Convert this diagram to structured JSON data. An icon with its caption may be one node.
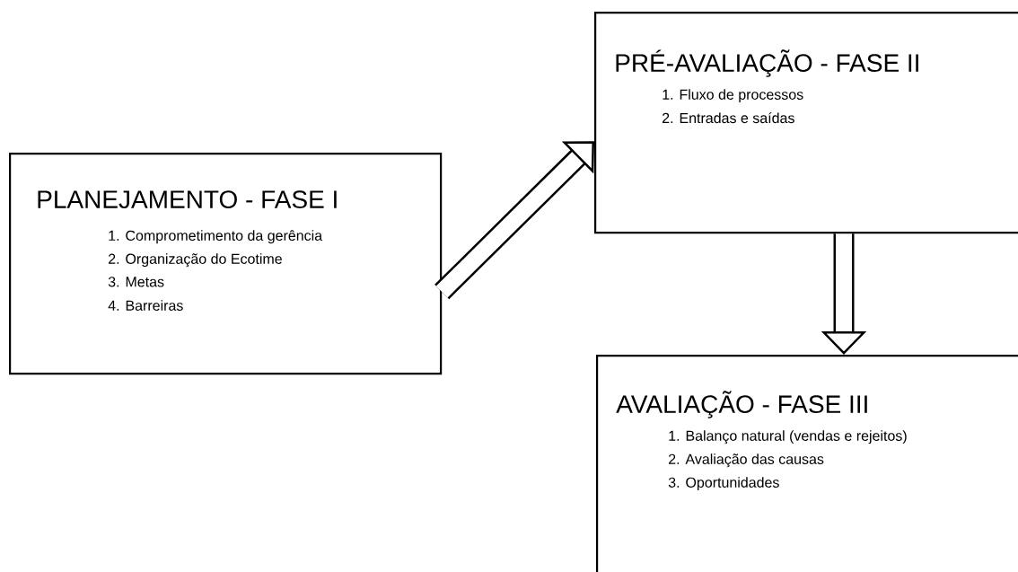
{
  "diagram": {
    "nodes": [
      {
        "text": [
          "PLANEJAMENTO  - FASE I",
          "1. Comprometimento da gerência",
          "2. Organização do Ecotime",
          "3. Metas",
          "4. Barreiras"
        ]
      },
      {
        "text": [
          "PRÉ-AVALIAÇÃO - FASE II",
          "1. Fluxo de processos",
          "2. Entradas e saídas"
        ]
      },
      {
        "text": [
          "AVALIAÇÃO - FASE III",
          "1. Balanço natural (vendas e rejeitos)",
          "2. Avaliação das causas",
          "3. Oportunidades"
        ]
      }
    ],
    "edges": [
      {
        "from": 0,
        "to": 1,
        "arrow": "to"
      },
      {
        "from": 1,
        "to": 2,
        "arrow": "to"
      }
    ]
  }
}
